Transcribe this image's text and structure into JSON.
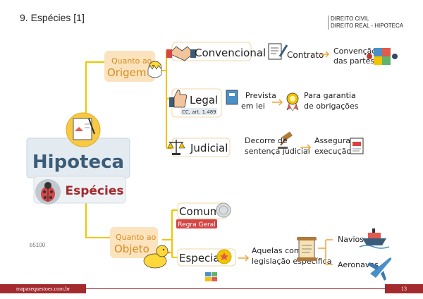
{
  "header": {
    "title": "9. Espécies [1]",
    "topic_line1": "DIREITO CIVIL",
    "topic_line2": "DIREITO REAL - HIPOTECA"
  },
  "map": {
    "central": {
      "title": "Hipoteca",
      "subtitle": "Espécies"
    },
    "origin": {
      "label_line1": "Quanto ao",
      "label_line2": "Origem",
      "conventional": {
        "label": "Convencional",
        "via": "Contrato",
        "result_line1": "Convenção",
        "result_line2": "das partes"
      },
      "legal": {
        "label": "Legal",
        "citation": "CC, art. 1.489",
        "via_line1": "Prevista",
        "via_line2": "em lei",
        "result_line1": "Para garantia",
        "result_line2": "de obrigações"
      },
      "judicial": {
        "label": "Judicial",
        "via_line1": "Decorre de",
        "via_line2": "sentença judicial",
        "result_line1": "Assegura",
        "result_line2": "execução"
      }
    },
    "object": {
      "label_line1": "Quanto ao",
      "label_line2": "Objeto",
      "common": {
        "label": "Comum",
        "tag": "Regra Geral"
      },
      "special": {
        "label": "Especial",
        "desc_line1": "Aquelas com",
        "desc_line2": "legislação específica",
        "item1": "Navios",
        "item2": "Aeronaves"
      }
    }
  },
  "code": "b5100",
  "footer": {
    "site": "mapasequestoes.com.br",
    "page": "13"
  },
  "colors": {
    "accent_red": "#a32a2e",
    "branch_yellow": "#f2c400",
    "arrow_orange": "#f0a33a",
    "central_blue": "#3b5c78"
  }
}
